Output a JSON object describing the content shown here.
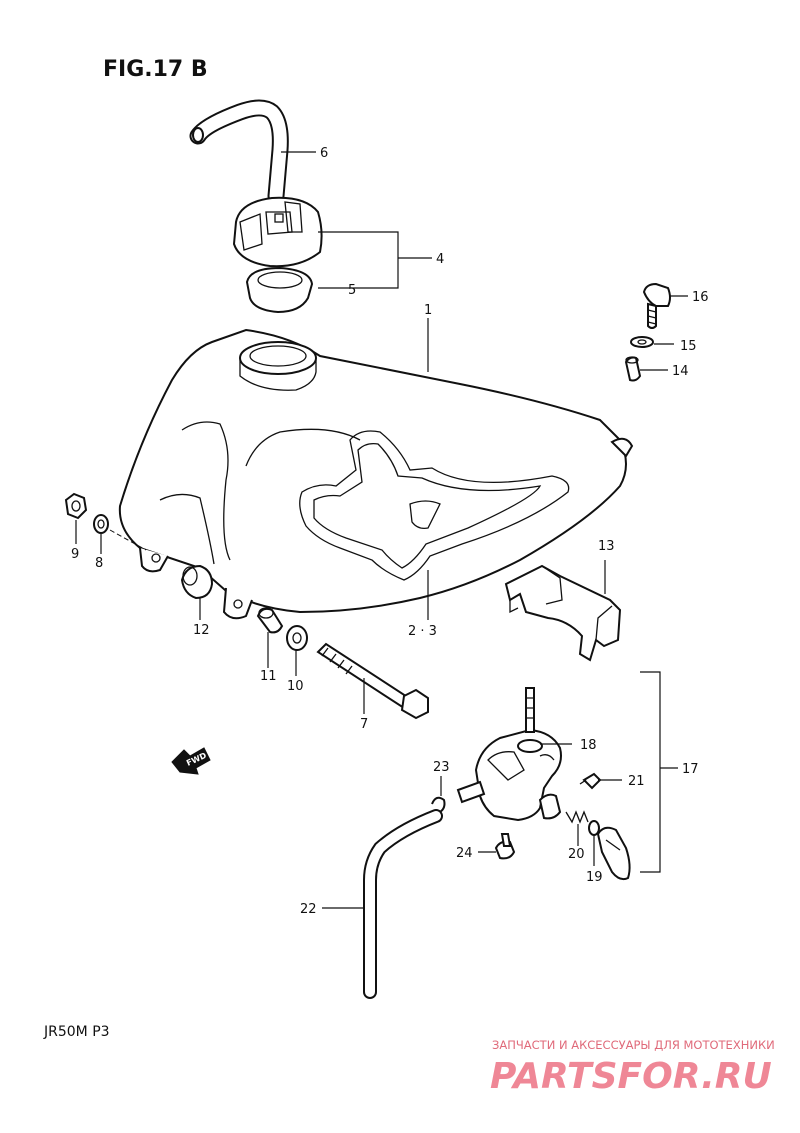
{
  "figure": {
    "title": "FIG.17 B",
    "model": "JR50M  P3"
  },
  "fwd_label": "FWD",
  "callouts": [
    "1",
    "2 · 3",
    "4",
    "5",
    "6",
    "7",
    "8",
    "9",
    "10",
    "11",
    "12",
    "13",
    "14",
    "15",
    "16",
    "17",
    "18",
    "19",
    "20",
    "21",
    "22",
    "23",
    "24"
  ],
  "watermark": {
    "tagline": "ЗАПЧАСТИ И АКСЕССУАРЫ ДЛЯ МОТОТЕХНИКИ",
    "logo": "PARTSFOR.RU",
    "color": "#ef8796"
  }
}
